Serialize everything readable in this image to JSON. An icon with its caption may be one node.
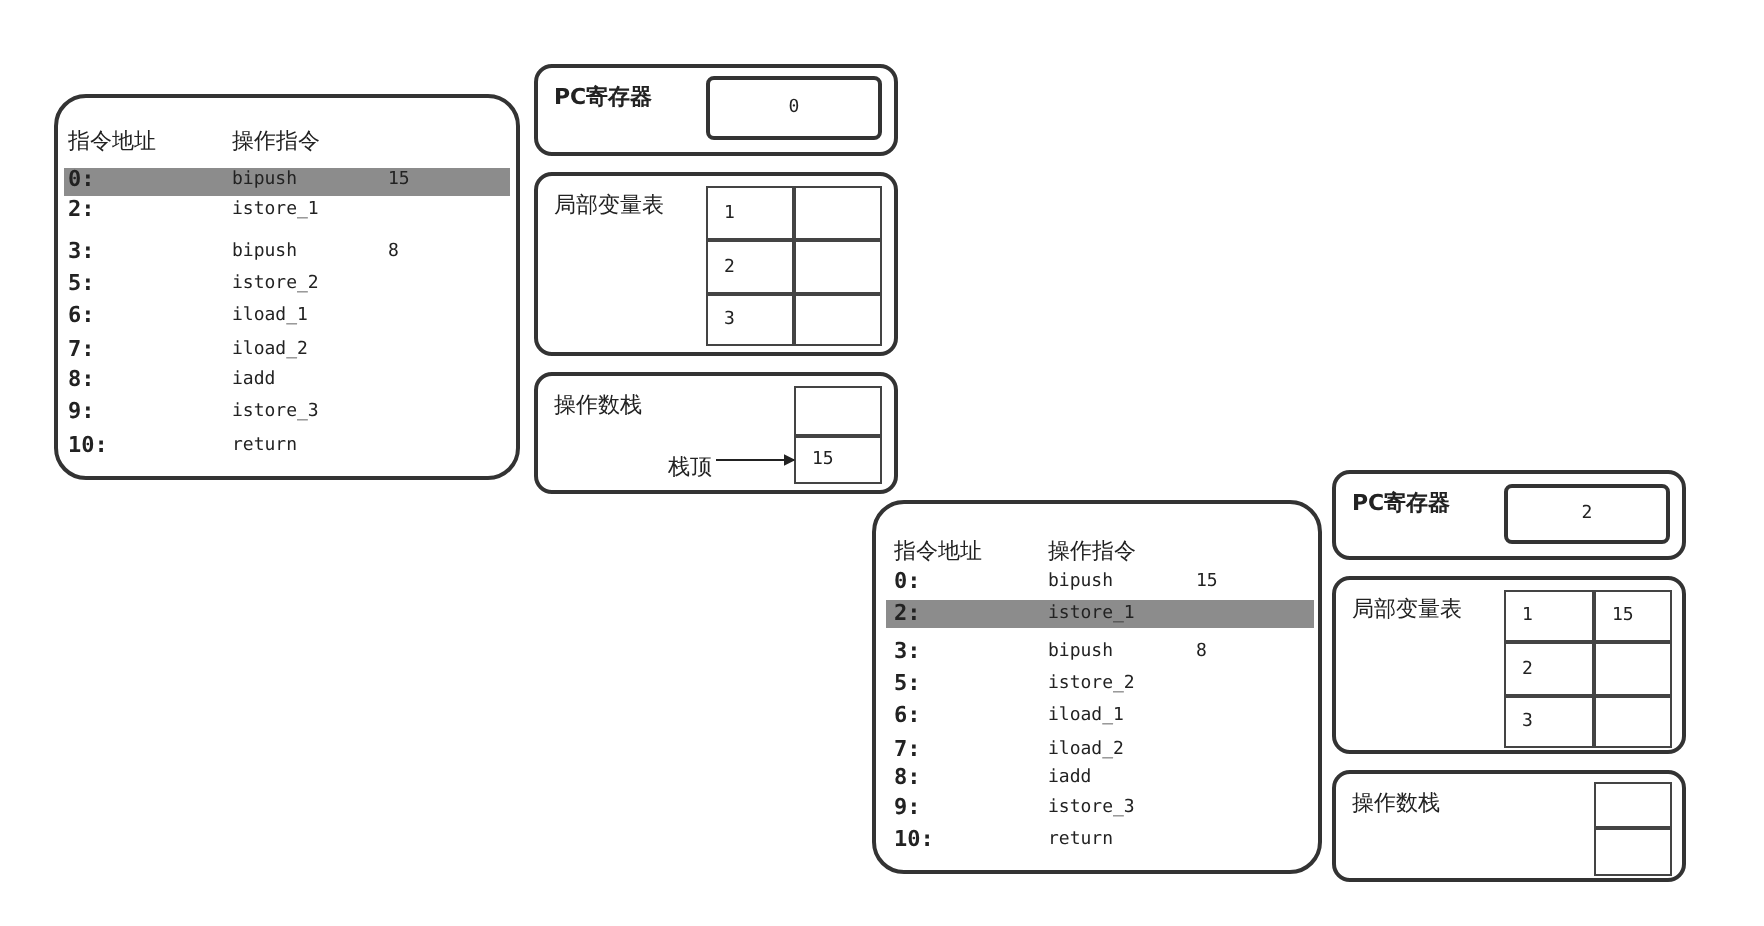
{
  "diagram": {
    "nodes": [
      {
        "text": [
          "指令地址",
          "操作指令",
          "0:",
          "bipush",
          "15",
          "2:",
          "istore_1",
          "3:",
          "bipush",
          "8",
          "5:",
          "istore_2",
          "6:",
          "iload_1",
          "7:",
          "iload_2",
          "8:",
          "iadd",
          "9:",
          "istore_3",
          "10:",
          "return"
        ]
      },
      {
        "text": [
          "PC寄存器"
        ]
      },
      {
        "text": [
          "0"
        ],
        "in": 1
      },
      {
        "text": [
          "局部变量表"
        ]
      },
      {
        "text": [
          "1"
        ],
        "in": 3
      },
      {
        "text": [],
        "shape": "box",
        "in": 3
      },
      {
        "text": [
          "2"
        ],
        "in": 3
      },
      {
        "text": [],
        "shape": "box",
        "in": 3
      },
      {
        "text": [
          "3"
        ],
        "in": 3
      },
      {
        "text": [],
        "shape": "box",
        "in": 3
      },
      {
        "text": [
          "操作数栈"
        ]
      },
      {
        "text": [],
        "shape": "box",
        "in": 10
      },
      {
        "text": [
          "15"
        ],
        "in": 10
      },
      {
        "text": [
          "栈顶"
        ],
        "in": 10
      },
      {
        "text": [
          "指令地址",
          "操作指令",
          "0:",
          "bipush",
          "15",
          "2:",
          "istore_1",
          "3:",
          "bipush",
          "8",
          "5:",
          "istore_2",
          "6:",
          "iload_1",
          "7:",
          "iload_2",
          "8:",
          "iadd",
          "9:",
          "istore_3",
          "10:",
          "return"
        ]
      },
      {
        "text": [
          "PC寄存器"
        ]
      },
      {
        "text": [
          "2"
        ],
        "in": 15
      },
      {
        "text": [
          "局部变量表"
        ]
      },
      {
        "text": [
          "1"
        ],
        "in": 17
      },
      {
        "text": [
          "15"
        ],
        "in": 17
      },
      {
        "text": [
          "2"
        ],
        "in": 17
      },
      {
        "text": [],
        "shape": "box",
        "in": 17
      },
      {
        "text": [
          "3"
        ],
        "in": 17
      },
      {
        "text": [],
        "shape": "box",
        "in": 17
      },
      {
        "text": [
          "操作数栈"
        ]
      },
      {
        "text": [],
        "shape": "box",
        "in": 24
      },
      {
        "text": [],
        "shape": "box",
        "in": 24
      }
    ],
    "edges": [
      {
        "from": 13,
        "to": 12,
        "arrow": "to"
      }
    ]
  }
}
